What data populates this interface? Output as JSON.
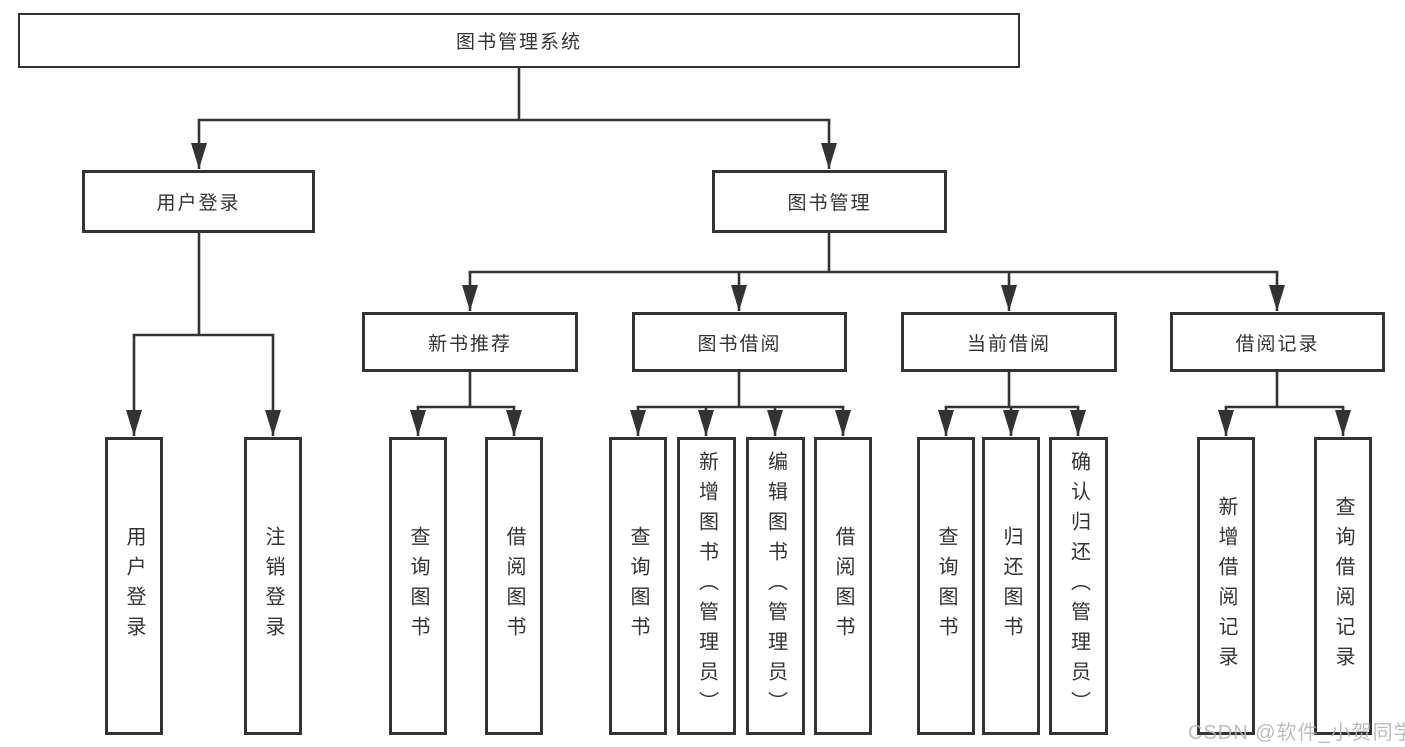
{
  "diagram": {
    "root": {
      "label": "图书管理系统"
    },
    "branches": [
      {
        "label": "用户登录",
        "children": [
          {
            "label": "用户登录"
          },
          {
            "label": "注销登录"
          }
        ]
      },
      {
        "label": "图书管理",
        "children": [
          {
            "label": "新书推荐",
            "children": [
              {
                "label": "查询图书"
              },
              {
                "label": "借阅图书"
              }
            ]
          },
          {
            "label": "图书借阅",
            "children": [
              {
                "label": "查询图书"
              },
              {
                "label": "新增图书（管理员）"
              },
              {
                "label": "编辑图书（管理员）"
              },
              {
                "label": "借阅图书"
              }
            ]
          },
          {
            "label": "当前借阅",
            "children": [
              {
                "label": "查询图书"
              },
              {
                "label": "归还图书"
              },
              {
                "label": "确认归还（管理员）"
              }
            ]
          },
          {
            "label": "借阅记录",
            "children": [
              {
                "label": "新增借阅记录"
              },
              {
                "label": "查询借阅记录"
              }
            ]
          }
        ]
      }
    ],
    "watermark": "CSDN @软件_小贺同学",
    "colors": {
      "line": "#333333",
      "text": "#333333",
      "watermark": "#b5b5b5"
    }
  }
}
